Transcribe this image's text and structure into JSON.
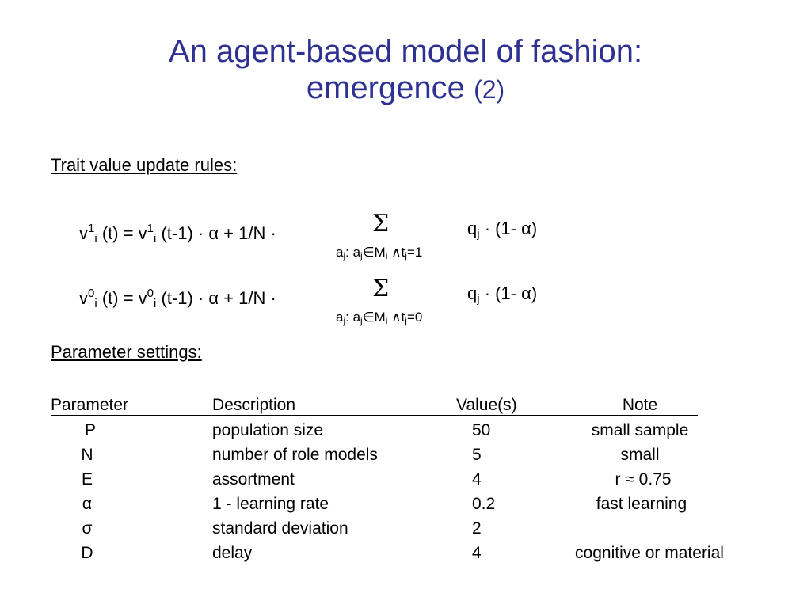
{
  "slide": {
    "title_line1": "An agent-based model of fashion:",
    "title_line2": "emergence",
    "title_suffix": "(2)",
    "section1": "Trait value update rules:",
    "section2": "Parameter settings:"
  },
  "formulas": [
    {
      "v": "v",
      "sup": "1",
      "sub": "i",
      "left_rest": "(t) = v",
      "sup2": "1",
      "sub2": "i",
      "mid": "(t-1) · α + 1/N  ·",
      "sigma": "Σ",
      "q": "q",
      "qsub": "j",
      "right": "· (1- α)",
      "cond_a": "a",
      "cond_j": "j",
      "cond_colon": ": a",
      "cond_j2": "j",
      "cond_in": "∈M",
      "cond_i": "i",
      "cond_and": " ∧t",
      "cond_j3": "j",
      "cond_eq": "=1"
    },
    {
      "v": "v",
      "sup": "0",
      "sub": "i",
      "left_rest": "(t) = v",
      "sup2": "0",
      "sub2": "i",
      "mid": "(t-1) · α + 1/N  ·",
      "sigma": "Σ",
      "q": "q",
      "qsub": "j",
      "right": "· (1- α)",
      "cond_a": "a",
      "cond_j": "j",
      "cond_colon": ": a",
      "cond_j2": "j",
      "cond_in": "∈M",
      "cond_i": "i",
      "cond_and": " ∧t",
      "cond_j3": "j",
      "cond_eq": "=0"
    }
  ],
  "table": {
    "headers": [
      "Parameter",
      "Description",
      "Value(s)",
      "Note"
    ],
    "rows": [
      {
        "param": "P",
        "desc": "population size",
        "value": "50",
        "note": "small sample"
      },
      {
        "param": "N",
        "desc": "number of role models",
        "value": "5",
        "note": "small"
      },
      {
        "param": "E",
        "desc": "assortment",
        "value": "4",
        "note": "r ≈ 0.75"
      },
      {
        "param": "α",
        "desc": "1 - learning rate",
        "value": "0.2",
        "note": "fast learning"
      },
      {
        "param": "σ",
        "desc": "standard deviation",
        "value": "2",
        "note": ""
      },
      {
        "param": "D",
        "desc": "delay",
        "value": "4",
        "note": "cognitive or material"
      }
    ]
  },
  "colors": {
    "title": "#2e3192",
    "text": "#000000",
    "background": "#ffffff"
  }
}
